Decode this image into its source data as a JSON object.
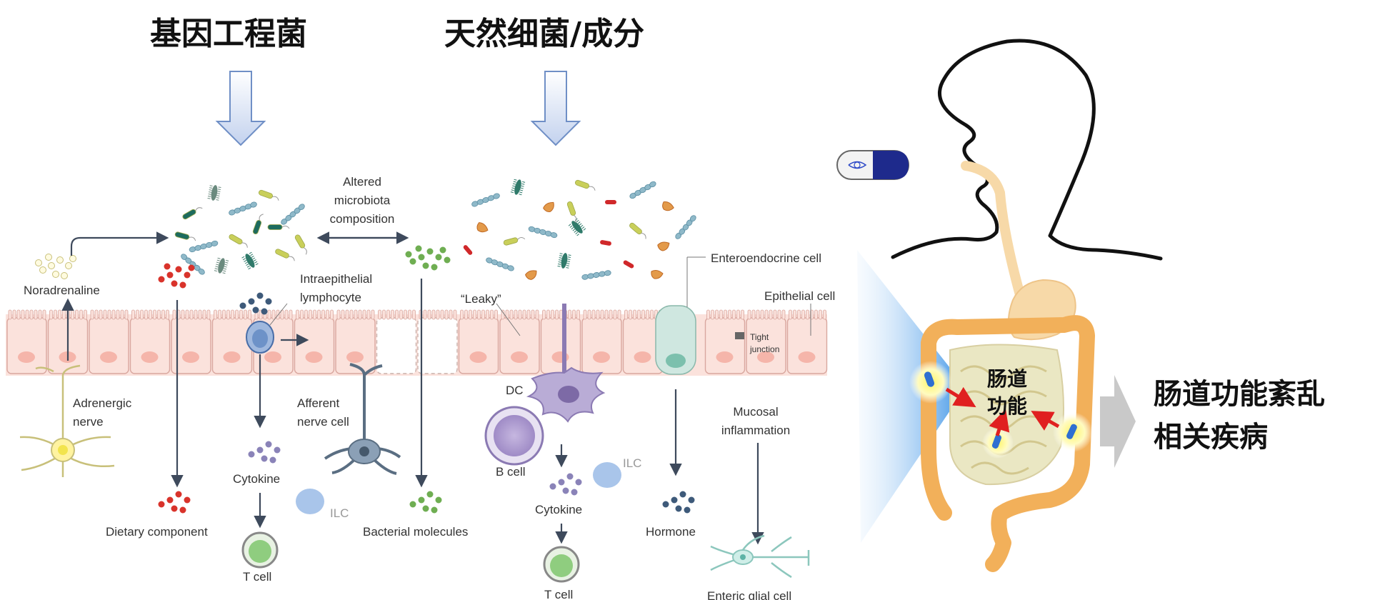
{
  "headers": {
    "engineered_bacteria": "基因工程菌",
    "natural_bacteria": "天然细菌/成分",
    "gut_disease": [
      "肠道功能紊乱",
      "相关疾病"
    ],
    "gut_function": [
      "肠道",
      "功能"
    ]
  },
  "labels": {
    "noradrenaline": "Noradrenaline",
    "altered": [
      "Altered",
      "microbiota",
      "composition"
    ],
    "intraepithelial": [
      "Intraepithelial",
      "lymphocyte"
    ],
    "enteroendocrine": "Enteroendocrine cell",
    "epithelial": "Epithelial cell",
    "leaky": "“Leaky”",
    "tight": [
      "Tight",
      "junction"
    ],
    "adrenergic": [
      "Adrenergic",
      "nerve"
    ],
    "afferent": [
      "Afferent",
      "nerve cell"
    ],
    "dc": "DC",
    "b_cell": "B cell",
    "ilc": "ILC",
    "cytokine": "Cytokine",
    "t_cell": "T cell",
    "dietary": "Dietary component",
    "bacterial": "Bacterial molecules",
    "hormone": "Hormone",
    "mucosal": [
      "Mucosal",
      "inflammation"
    ],
    "glial": "Enteric glial cell"
  },
  "colors": {
    "arrow_fill": "#c9d6ee",
    "arrow_stroke": "#6f8fc6",
    "epithelium": "#fbe2dc",
    "nucleus": "#f5b5aa",
    "gut": "#f2b05a",
    "stomach": "#f7d9a8",
    "red_arrow": "#e02020",
    "pill_blue": "#1e2a8c",
    "grey_arrow": "#c9c9c9"
  }
}
